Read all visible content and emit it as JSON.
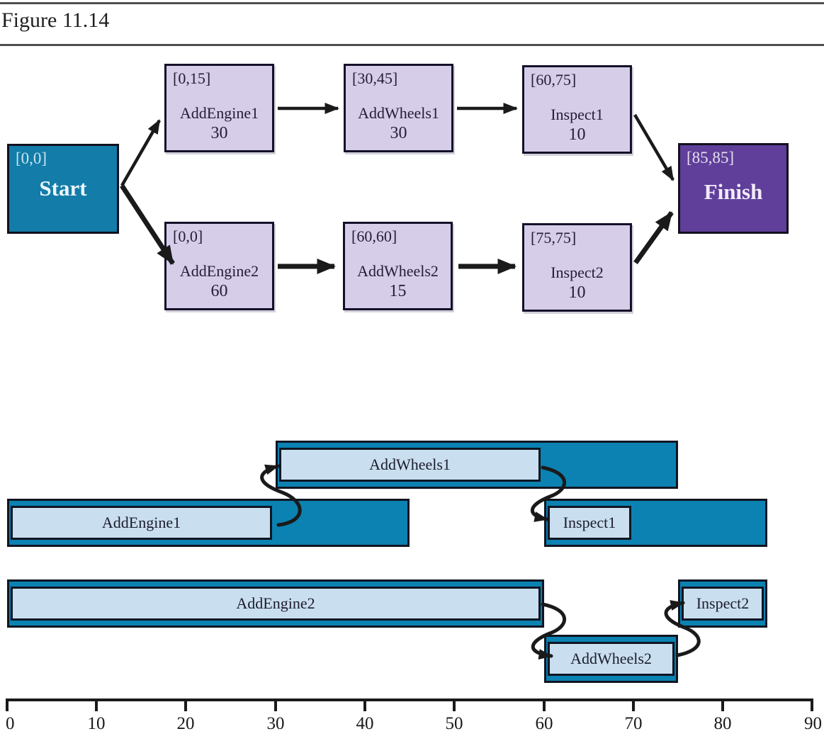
{
  "figure_label": "Figure 11.14",
  "colors": {
    "teal": "#137ca8",
    "gantt_teal": "#0b82b1",
    "purple": "#5f3f99",
    "lavender": "#d6cee8",
    "light_blue": "#c9dff0",
    "line_black": "#1a1a1a"
  },
  "network": {
    "start": {
      "window": "[0,0]",
      "label": "Start"
    },
    "finish": {
      "window": "[85,85]",
      "label": "Finish"
    },
    "tasks": [
      {
        "window": "[0,15]",
        "label": "AddEngine1",
        "duration": "30"
      },
      {
        "window": "[30,45]",
        "label": "AddWheels1",
        "duration": "30"
      },
      {
        "window": "[60,75]",
        "label": "Inspect1",
        "duration": "10"
      },
      {
        "window": "[0,0]",
        "label": "AddEngine2",
        "duration": "60"
      },
      {
        "window": "[60,60]",
        "label": "AddWheels2",
        "duration": "15"
      },
      {
        "window": "[75,75]",
        "label": "Inspect2",
        "duration": "10"
      }
    ],
    "edges": [
      {
        "from": "Start",
        "to": "AddEngine1",
        "critical": false
      },
      {
        "from": "Start",
        "to": "AddEngine2",
        "critical": true
      },
      {
        "from": "AddEngine1",
        "to": "AddWheels1",
        "critical": false
      },
      {
        "from": "AddWheels1",
        "to": "Inspect1",
        "critical": false
      },
      {
        "from": "Inspect1",
        "to": "Finish",
        "critical": false
      },
      {
        "from": "AddEngine2",
        "to": "AddWheels2",
        "critical": true
      },
      {
        "from": "AddWheels2",
        "to": "Inspect2",
        "critical": true
      },
      {
        "from": "Inspect2",
        "to": "Finish",
        "critical": true
      }
    ]
  },
  "chart_data": {
    "type": "bar",
    "subtype": "gantt-schedule",
    "title": "",
    "xlabel": "",
    "ylabel": "",
    "axis": {
      "min": 0,
      "max": 90,
      "tick_step": 10,
      "tick_labels": [
        "0",
        "10",
        "20",
        "30",
        "40",
        "50",
        "60",
        "70",
        "80",
        "90"
      ]
    },
    "bars": [
      {
        "task": "AddWheels1",
        "start": 30,
        "end": 60,
        "window_start": 30,
        "window_end": 75,
        "slack": 15
      },
      {
        "task": "AddEngine1",
        "start": 0,
        "end": 30,
        "window_start": 0,
        "window_end": 45,
        "slack": 15
      },
      {
        "task": "Inspect1",
        "start": 60,
        "end": 70,
        "window_start": 60,
        "window_end": 85,
        "slack": 15
      },
      {
        "task": "AddEngine2",
        "start": 0,
        "end": 60,
        "window_start": 0,
        "window_end": 60,
        "slack": 0
      },
      {
        "task": "Inspect2",
        "start": 75,
        "end": 85,
        "window_start": 75,
        "window_end": 85,
        "slack": 0
      },
      {
        "task": "AddWheels2",
        "start": 60,
        "end": 75,
        "window_start": 60,
        "window_end": 75,
        "slack": 0
      }
    ],
    "dependencies": [
      {
        "from": "AddEngine1",
        "to": "AddWheels1"
      },
      {
        "from": "AddWheels1",
        "to": "Inspect1"
      },
      {
        "from": "AddEngine2",
        "to": "AddWheels2"
      },
      {
        "from": "AddWheels2",
        "to": "Inspect2"
      }
    ]
  }
}
